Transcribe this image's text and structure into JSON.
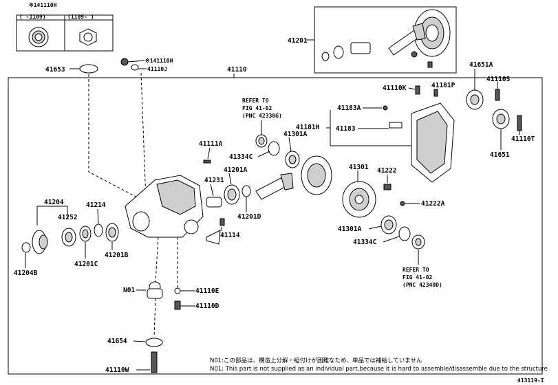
{
  "figure_id": "413119-I",
  "note_lines": [
    "N01:この部品は、構造上分解・組付けが困難なため、単品では補給していません",
    "N01: This part is not supplied as an individual part,because it is hard to assemble/disassemble due to the structure"
  ],
  "inset": {
    "title": "※141110H",
    "col1": "(   -1109)",
    "col2": "(1109-   )"
  },
  "refer_top": [
    "REFER TO",
    "FIG 41-02",
    "(PNC 42330G)"
  ],
  "refer_bottom": [
    "REFER TO",
    "FIG 41-02",
    "(PNC 42340D)"
  ],
  "labels": {
    "p41201": "41201",
    "p41110H": "※141110H",
    "p41110J": "41110J",
    "p41653": "41653",
    "p41110": "41110",
    "p41651A": "41651A",
    "p41110S": "41110S",
    "p41110K": "41110K",
    "p41181P": "41181P",
    "p41183A": "41183A",
    "p41181H": "41181H",
    "p41183": "41183",
    "p41651": "41651",
    "p41110T": "41110T",
    "p41111A": "41111A",
    "p41301A_top": "41301A",
    "p41334C_top": "41334C",
    "p41201A": "41201A",
    "p41231": "41231",
    "p41301": "41301",
    "p41222": "41222",
    "p41222A": "41222A",
    "p41204": "41204",
    "p41214": "41214",
    "p41252": "41252",
    "p41201D": "41201D",
    "p41114": "41114",
    "p41301A_bot": "41301A",
    "p41334C_bot": "41334C",
    "p41204B": "41204B",
    "p41201C": "41201C",
    "p41201B": "41201B",
    "pN01": "N01",
    "p41110E": "41110E",
    "p41110D": "41110D",
    "p41654": "41654",
    "p41110W": "41110W"
  }
}
